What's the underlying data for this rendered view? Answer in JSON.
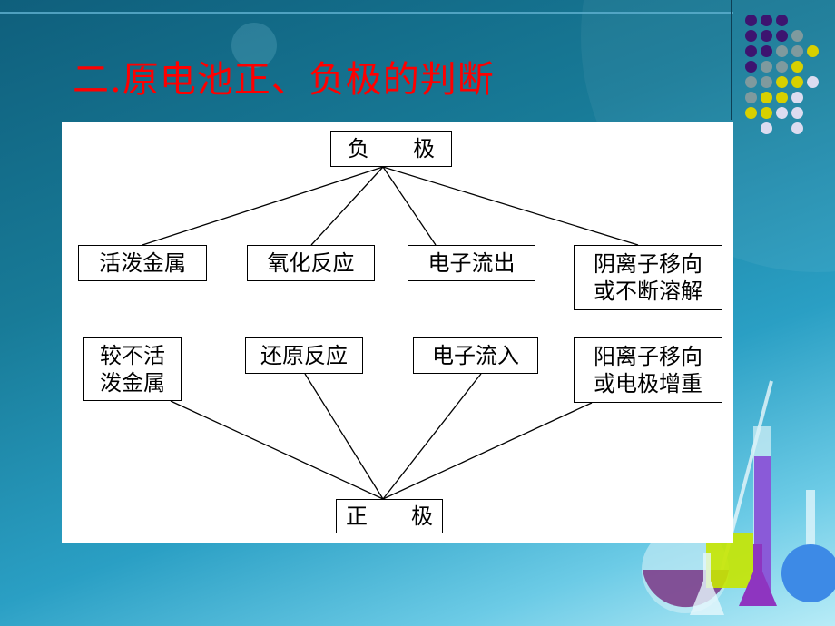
{
  "slide": {
    "title": "二.原电池正、负极的判断",
    "title_color": "#ff0000"
  },
  "diagram": {
    "negative_node": "负　　极",
    "positive_node": "正　　极",
    "negative_criteria": [
      "活泼金属",
      "氧化反应",
      "电子流出",
      "阴离子移向\n或不断溶解"
    ],
    "positive_criteria": [
      "较不活\n泼金属",
      "还原反应",
      "电子流入",
      "阳离子移向\n或电极增重"
    ]
  },
  "decoration": {
    "dot_colors": {
      "purple": "#3d1470",
      "gray": "#7f9a9e",
      "yellow": "#d8d000",
      "white": "#dcdcf0"
    }
  }
}
